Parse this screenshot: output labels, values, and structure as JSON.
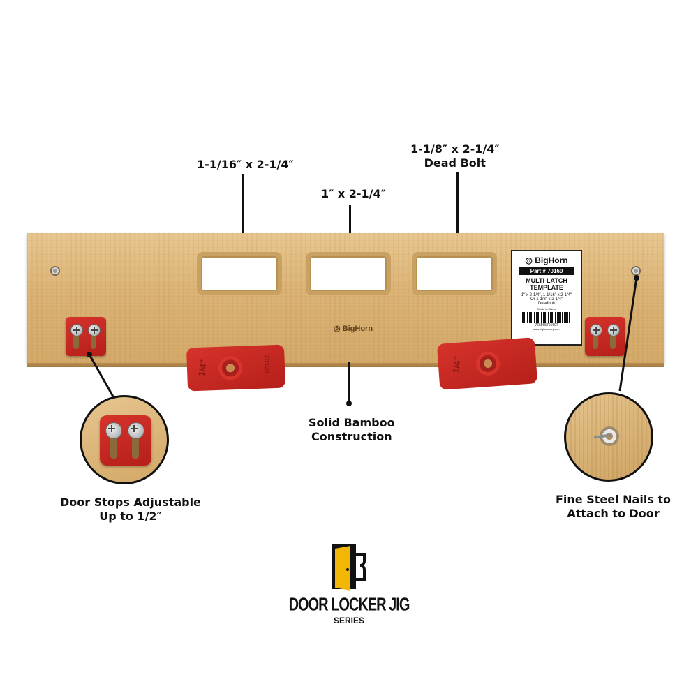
{
  "callouts": {
    "slot_left": "1-1/16″ x 2-1/4″",
    "slot_middle": "1″ x 2-1/4″",
    "slot_right_line1": "1-1/8″ x 2-1/4″",
    "slot_right_line2": "Dead Bolt",
    "bamboo_line1": "Solid Bamboo",
    "bamboo_line2": "Construction",
    "stops_line1": "Door Stops Adjustable",
    "stops_line2": "Up to 1/2″",
    "nails_line1": "Fine Steel Nails to",
    "nails_line2": "Attach to Door"
  },
  "board": {
    "brand_mark": "BigHorn"
  },
  "label": {
    "brand": "BigHorn",
    "part": "Part # 70160",
    "title_line1": "MULTI-LATCH",
    "title_line2": "TEMPLATE",
    "desc_line1": "1″ x 2-1/4″, 1-1/16″ x 2-1/4″",
    "desc_line2": "Or 1-1/8″ x 2-1/4″",
    "desc_line3": "Deadbolt",
    "made_in": "Made in China",
    "barcode_number": "766565701607",
    "website": "www.bighorncorp.com"
  },
  "pegs": {
    "left_text_a": "1/4\"",
    "left_text_b": "70135",
    "right_text_a": "1/4\""
  },
  "logo": {
    "line1": "DOOR LOCKER JIG",
    "line2": "SERIES"
  },
  "colors": {
    "bamboo": "#dcb477",
    "red_plastic": "#c42820",
    "logo_yellow": "#f2b705"
  }
}
